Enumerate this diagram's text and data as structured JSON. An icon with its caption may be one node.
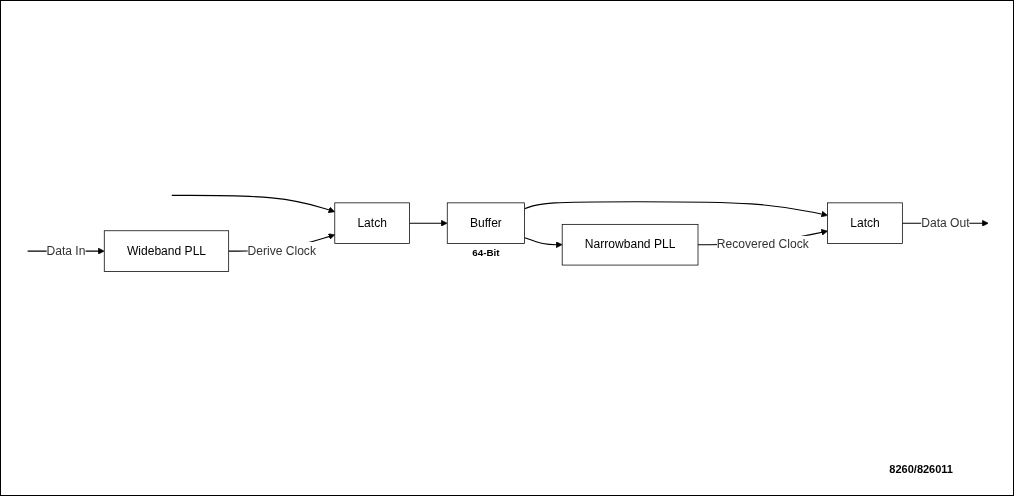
{
  "diagram": {
    "nodes": [
      {
        "text": [
          "Latch"
        ]
      },
      {
        "text": [
          "Wideband PLL"
        ]
      },
      {
        "text": [
          "Buffer"
        ],
        "beside": [
          "64-Bit"
        ]
      },
      {
        "text": [
          "Latch"
        ]
      },
      {
        "text": [
          "Narrowband PLL"
        ]
      }
    ],
    "edges": [
      {
        "from": null,
        "to": 1,
        "arrow": "to",
        "label": "Data In"
      },
      {
        "from": null,
        "to": 0,
        "arrow": "to"
      },
      {
        "from": 1,
        "to": 0,
        "arrow": "to",
        "label": "Derive Clock"
      },
      {
        "from": 0,
        "to": 2,
        "arrow": "to"
      },
      {
        "from": 2,
        "to": 3,
        "arrow": "to"
      },
      {
        "from": 2,
        "to": 4,
        "arrow": "to"
      },
      {
        "from": 4,
        "to": 3,
        "arrow": "to",
        "label": "Recovered Clock"
      },
      {
        "from": 3,
        "to": null,
        "arrow": "to",
        "label": "Data Out"
      }
    ],
    "labels": [
      "8260/826011"
    ]
  }
}
